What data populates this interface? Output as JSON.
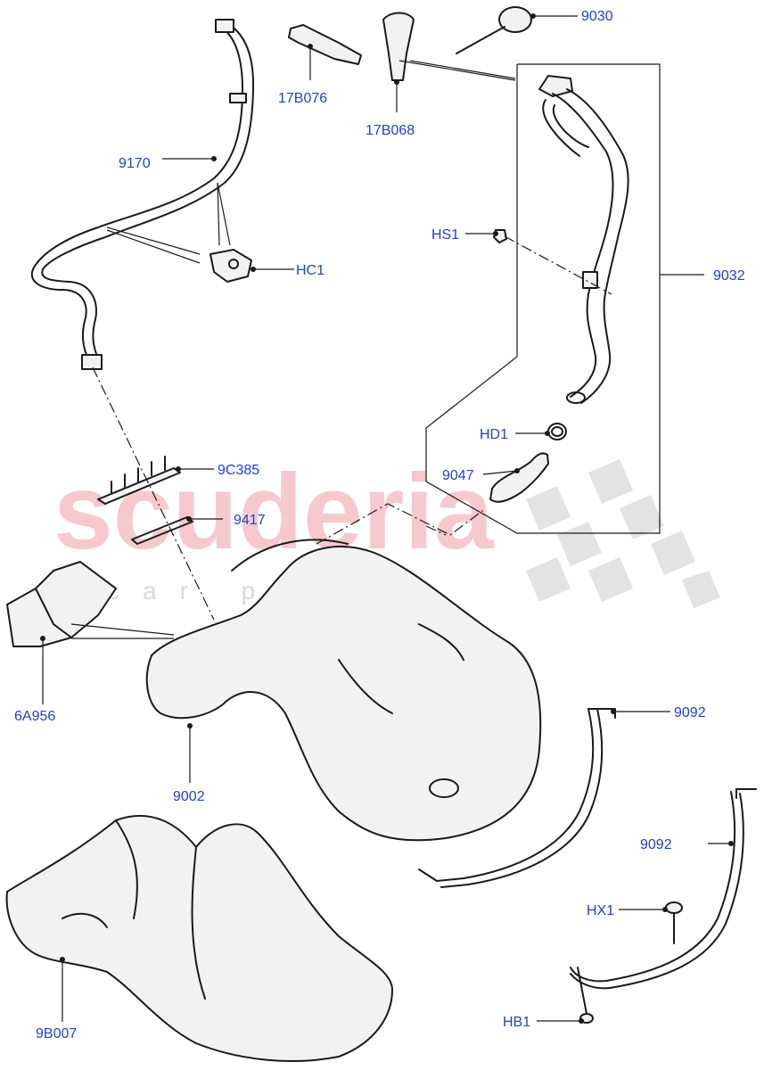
{
  "watermark": {
    "brand": "scuderia",
    "tagline": "car parts"
  },
  "labels": {
    "p9030": "9030",
    "p17b076": "17B076",
    "p17b068": "17B068",
    "p9170": "9170",
    "phc1": "HC1",
    "phs1": "HS1",
    "p9032": "9032",
    "phd1": "HD1",
    "p9047": "9047",
    "p9c385": "9C385",
    "p9417": "9417",
    "p6a956": "6A956",
    "p9002": "9002",
    "p9092a": "9092",
    "p9092b": "9092",
    "phx1": "HX1",
    "phb1": "HB1",
    "p9b007": "9B007"
  }
}
